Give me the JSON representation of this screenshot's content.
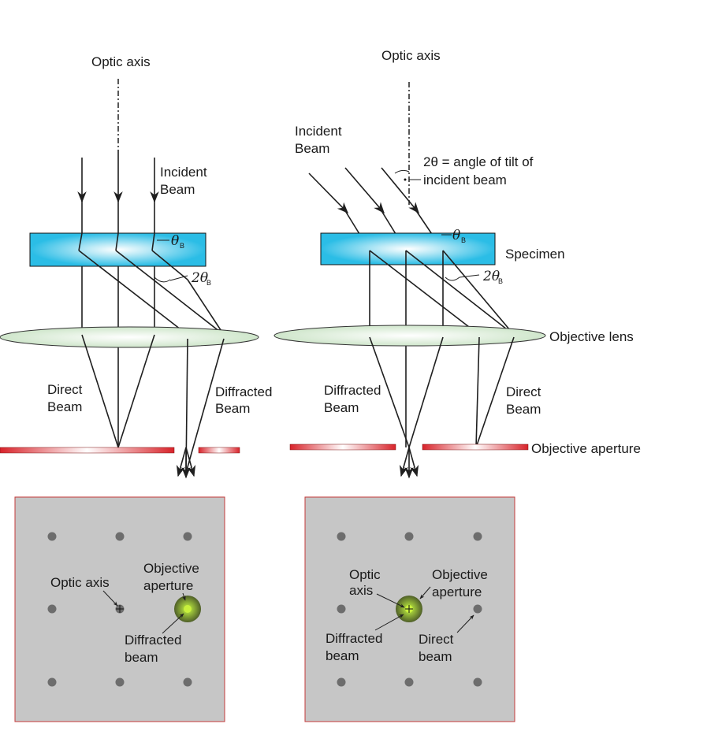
{
  "colors": {
    "specimen": "#2bbde6",
    "specimen_highlight": "#ffffff",
    "lens": "#d9ecd6",
    "aperture_strip": "#d8232a",
    "panel_fill": "#c6c6c6",
    "panel_border": "#c43b3b",
    "spot": "#6d6d6d",
    "aperture_disk": "#8fae32",
    "aperture_disk_core": "#b8e63a"
  },
  "left": {
    "optic_axis": "Optic axis",
    "incident_line1": "Incident",
    "incident_line2": "Beam",
    "theta_symbol": "θ",
    "theta_sub": "B",
    "two_theta_symbol": "2θ",
    "two_theta_sub": "B",
    "direct_line1": "Direct",
    "direct_line2": "Beam",
    "diffracted_line1": "Diffracted",
    "diffracted_line2": "Beam"
  },
  "right": {
    "optic_axis": "Optic axis",
    "incident_line1": "Incident",
    "incident_line2": "Beam",
    "tilt_line1": "2θ = angle of tilt of",
    "tilt_line2": "incident beam",
    "theta_symbol": "θ",
    "theta_sub": "B",
    "two_theta_symbol": "2θ",
    "two_theta_sub": "B",
    "specimen": "Specimen",
    "objective_lens": "Objective lens",
    "objective_aperture": "Objective aperture",
    "diffracted_line1": "Diffracted",
    "diffracted_line2": "Beam",
    "direct_line1": "Direct",
    "direct_line2": "Beam"
  },
  "panel_left": {
    "optic_axis": "Optic axis",
    "objective_line1": "Objective",
    "objective_line2": "aperture",
    "diffracted_line1": "Diffracted",
    "diffracted_line2": "beam"
  },
  "panel_right": {
    "optic_line1": "Optic",
    "optic_line2": "axis",
    "objective_line1": "Objective",
    "objective_line2": "aperture",
    "diffracted_line1": "Diffracted",
    "diffracted_line2": "beam",
    "direct_line1": "Direct",
    "direct_line2": "beam"
  }
}
